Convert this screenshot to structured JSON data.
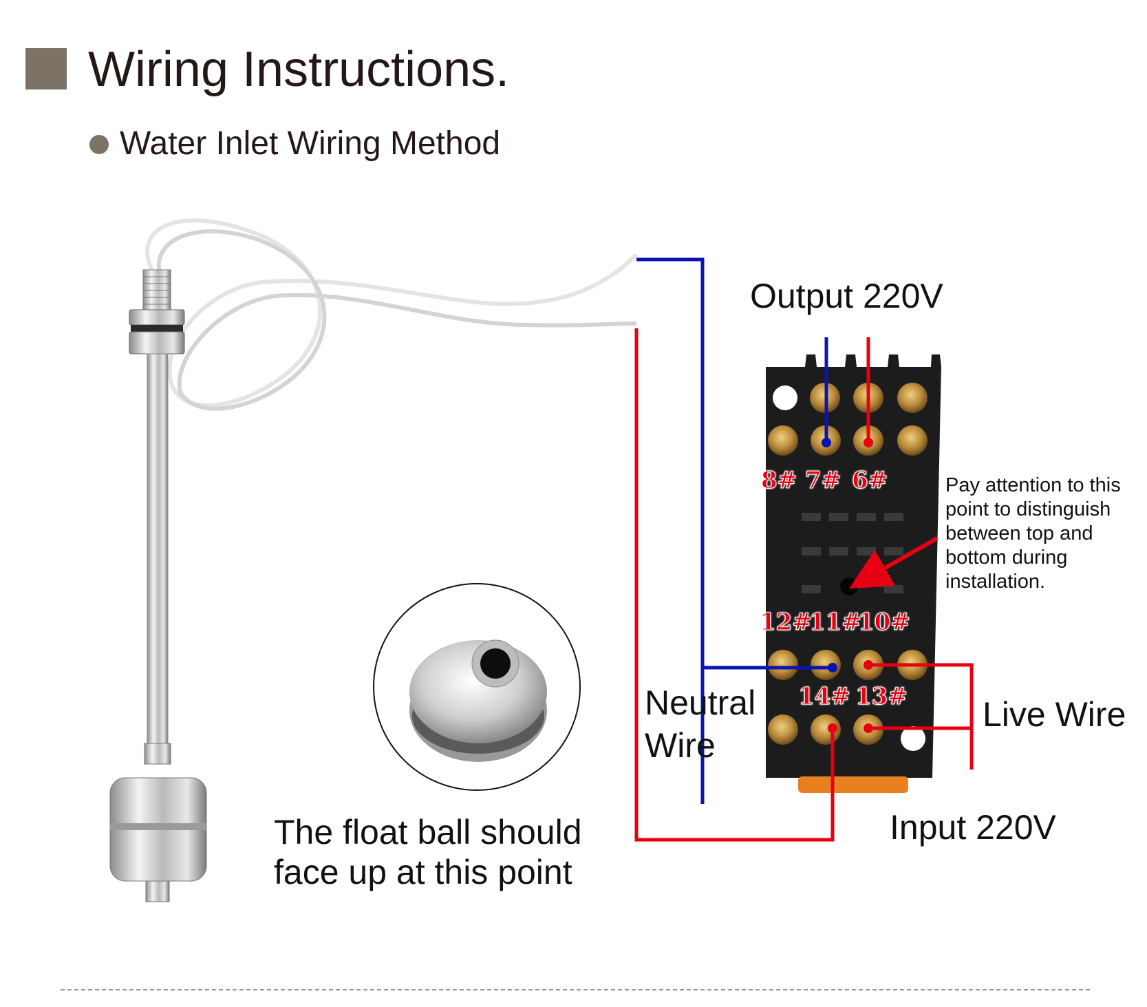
{
  "header": {
    "title": "Wiring Instructions.",
    "subtitle": "Water Inlet Wiring Method"
  },
  "diagram": {
    "output_label": "Output 220V",
    "input_label": "Input 220V",
    "live_wire_label": "Live Wire",
    "neutral_wire_label": "Neutral Wire",
    "float_note": "The float ball should face up at this point",
    "orientation_note": "Pay attention to this point to distinguish between top and bottom during installation.",
    "terminals": {
      "t8": "8#",
      "t7": "7#",
      "t6": "6#",
      "t12": "12#",
      "t11": "11#",
      "t10": "10#",
      "t14": "14#",
      "t13": "13#"
    },
    "colors": {
      "live": "#e60012",
      "neutral": "#0a14b4",
      "relay_base": "#1c1c1c",
      "accent": "#7d7266"
    }
  }
}
